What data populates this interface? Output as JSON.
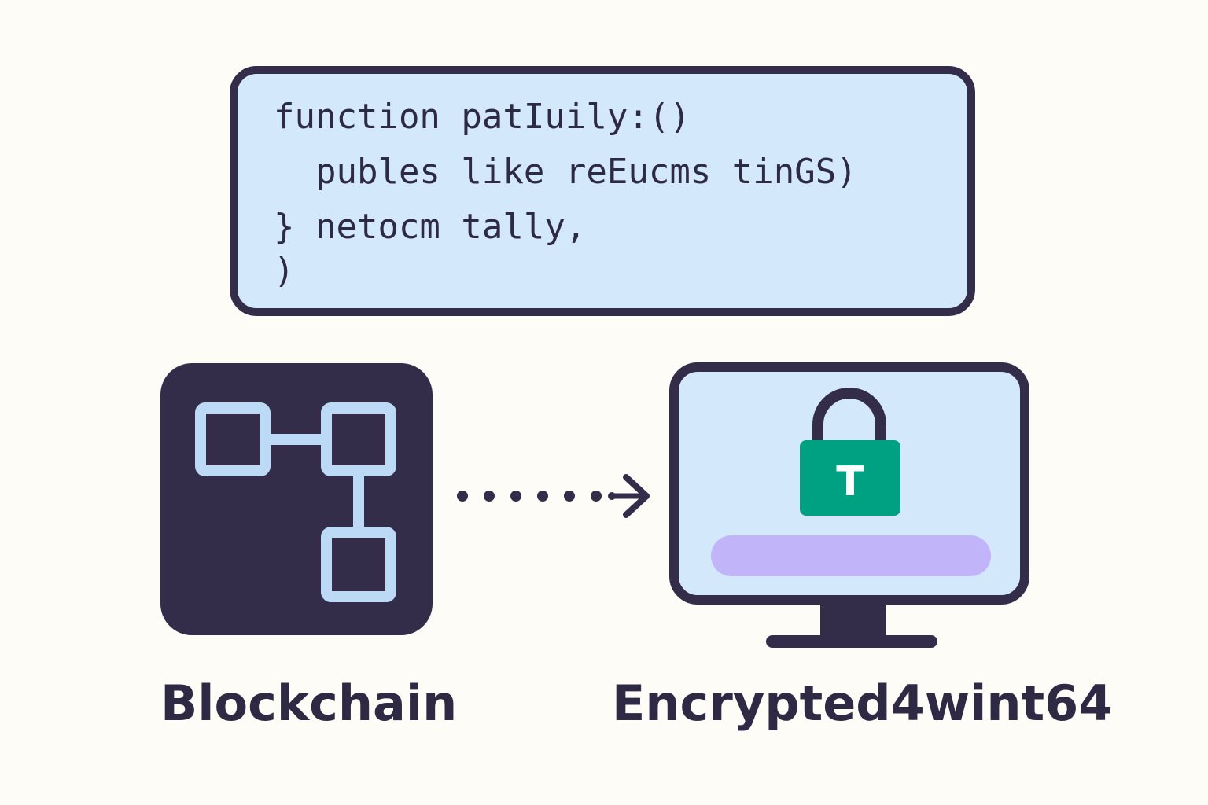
{
  "code": {
    "lines": [
      "function patIuily:()",
      "  publes like reEucms tinGS)",
      "} netocm tally,",
      ")"
    ]
  },
  "blockchain": {
    "label": "Blockchain"
  },
  "monitor": {
    "lock_letter": "T",
    "label": "Encrypted4wint64"
  },
  "colors": {
    "dark": "#332d4a",
    "panel": "#d3e9fb",
    "block_outline": "#bcd9f6",
    "lock_body": "#00a083",
    "bar": "#c2b4f8",
    "background": "#fdfcf7"
  },
  "icons": {
    "blockchain": "blockchain-icon",
    "arrow": "dotted-arrow-icon",
    "monitor": "monitor-icon",
    "lock": "padlock-icon"
  }
}
